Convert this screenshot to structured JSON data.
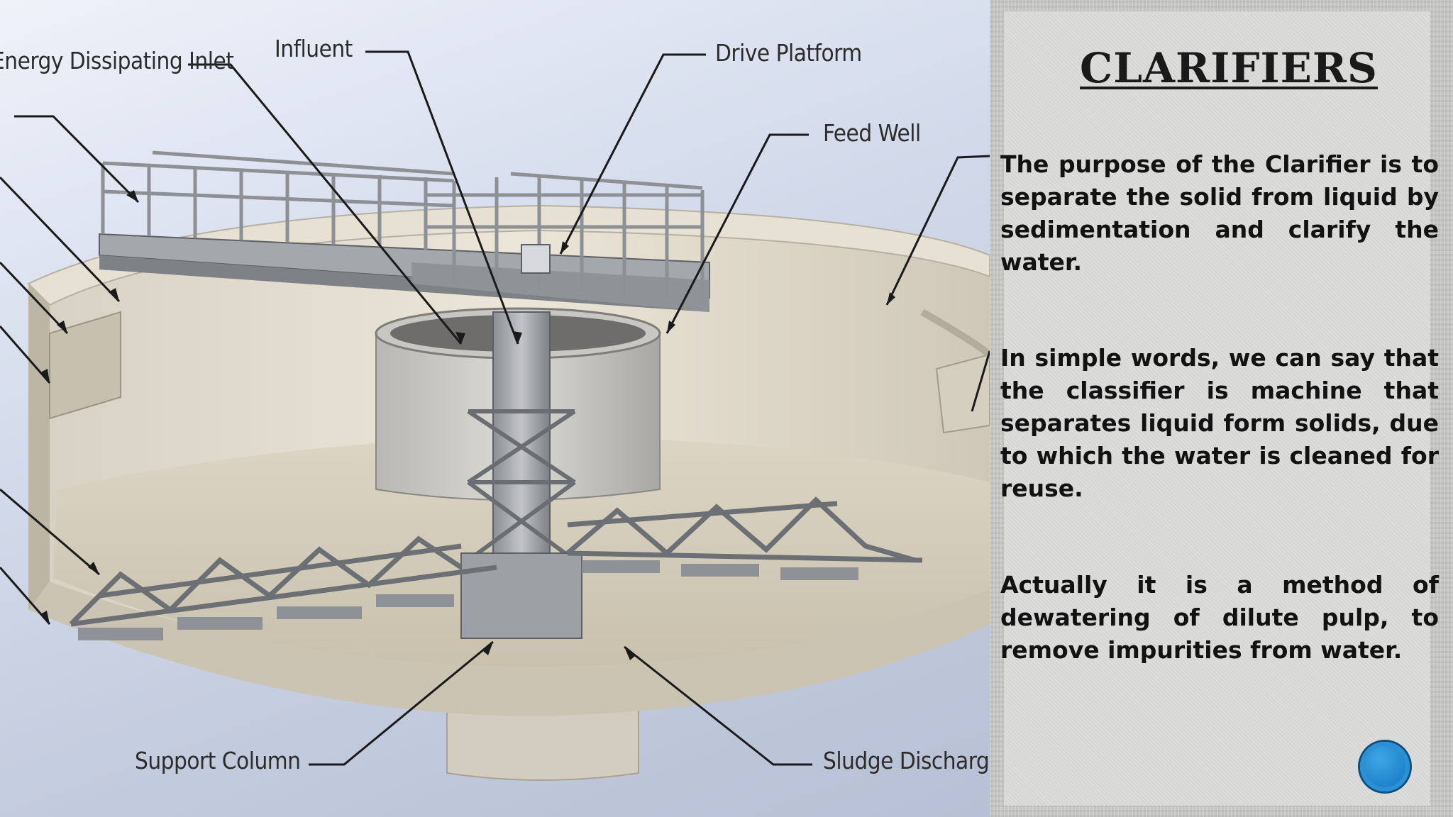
{
  "diagram": {
    "callouts": {
      "energy_inlet": "Energy Dissipating Inlet",
      "influent": "Influent",
      "drive_platform": "Drive Platform",
      "feed_well": "Feed Well",
      "support_column": "Support Column",
      "sludge_discharge": "Sludge Discharge"
    }
  },
  "slide": {
    "title": "CLARIFIERS",
    "paragraphs": [
      "The purpose of the Clarifier is to separate the solid from liquid by sedimentation and clarify the water.",
      "In simple words, we can say that the classifier is machine that separates liquid form solids, due to which the water is cleaned for reuse.",
      "Actually it is a method of dewatering of dilute pulp, to remove impurities from water."
    ]
  },
  "colors": {
    "nav_button": "#1f86cc",
    "panel_bg": "#dcdcda"
  },
  "icons": {
    "nav_button": "circle-button-icon"
  }
}
